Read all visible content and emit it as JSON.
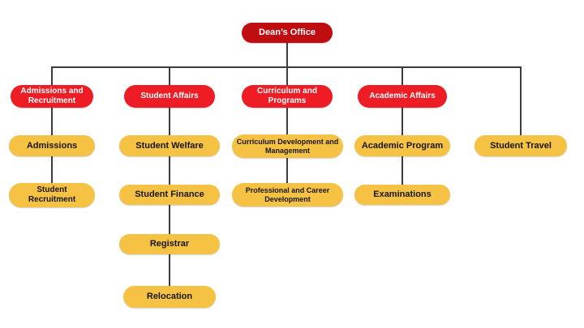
{
  "org_chart": {
    "type": "organizational-chart",
    "root": {
      "label": "Dean’s Office"
    },
    "branches": [
      {
        "label": "Admissions and Recruitment",
        "children": [
          {
            "label": "Admissions"
          },
          {
            "label": "Student Recruitment"
          }
        ]
      },
      {
        "label": "Student Affairs",
        "children": [
          {
            "label": "Student Welfare"
          },
          {
            "label": "Student Finance"
          },
          {
            "label": "Registrar"
          },
          {
            "label": "Relocation"
          }
        ]
      },
      {
        "label": "Curriculum and Programs",
        "children": [
          {
            "label": "Curriculum Development and Management"
          },
          {
            "label": "Professional and Career Development"
          }
        ]
      },
      {
        "label": "Academic Affairs",
        "children": [
          {
            "label": "Academic Program"
          },
          {
            "label": "Examinations"
          }
        ]
      }
    ],
    "direct_children": [
      {
        "label": "Student Travel"
      }
    ],
    "colors": {
      "root_fill": "#bf0d12",
      "branch_fill": "#ee1c25",
      "leaf_fill": "#f5c243",
      "text_on_red": "#ffffff",
      "text_on_yellow": "#161616",
      "connector": "#3c3c3c",
      "background": "#ffffff"
    }
  }
}
